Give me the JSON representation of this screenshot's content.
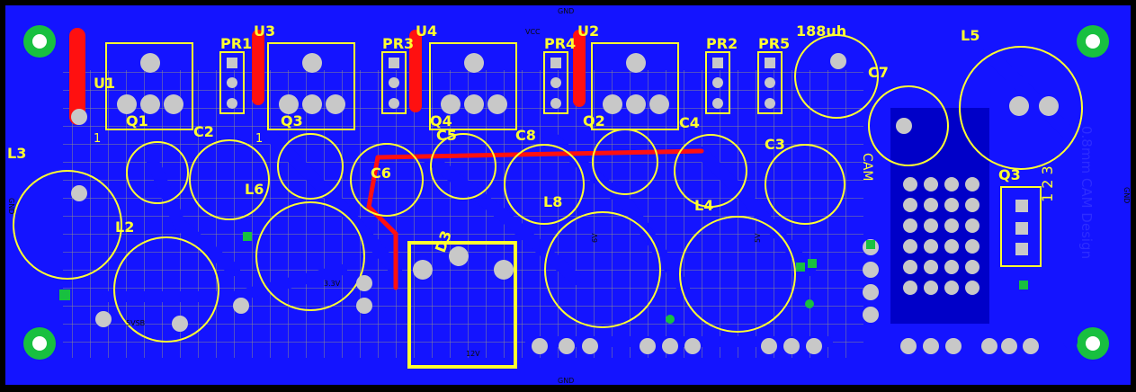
{
  "colors": {
    "background": "#000000",
    "copper": "#1414ff",
    "copper_dark": "#0000c8",
    "grid": "#8c8c8c",
    "pad": "#c8c8c8",
    "via": "#18c040",
    "silk": "#ffff30",
    "red_trace": "#ff1010",
    "net_text": "#0a0a0a",
    "dim_text": "#7070a0"
  },
  "nets": {
    "gnd_top": "GND",
    "gnd_bottom": "GND",
    "gnd_left": "GND",
    "gnd_right": "GND",
    "vcc_top": "VCC",
    "net_12v": "12V",
    "net_5v": "5V",
    "net_33v": "3.3V",
    "net_5vsb": "5VSB",
    "net_6v": "6V"
  },
  "designators": {
    "U1": "U1",
    "U3": "U3",
    "U4": "U4",
    "U2": "U2",
    "PR1": "PR1",
    "PR3": "PR3",
    "PR4": "PR4",
    "PR2": "PR2",
    "PR5": "PR5",
    "Q1": "Q1",
    "Q3_left": "Q3",
    "Q4": "Q4",
    "Q2": "Q2",
    "Q3": "Q3",
    "C2": "C2",
    "C3": "C3",
    "C4": "C4",
    "C5": "C5",
    "C6": "C6",
    "C7": "C7",
    "C8": "C8",
    "L2": "L2",
    "L3": "L3",
    "L4": "L4",
    "L5": "L5",
    "L6": "L6",
    "L8": "L8",
    "D3": "D3",
    "pin1_a": "1",
    "pin1_b": "1",
    "q3_pins": "1 2 3",
    "inductor_value": "188uh",
    "side_text": "0.8mm CAM Design",
    "side_text_b": "CAM"
  }
}
